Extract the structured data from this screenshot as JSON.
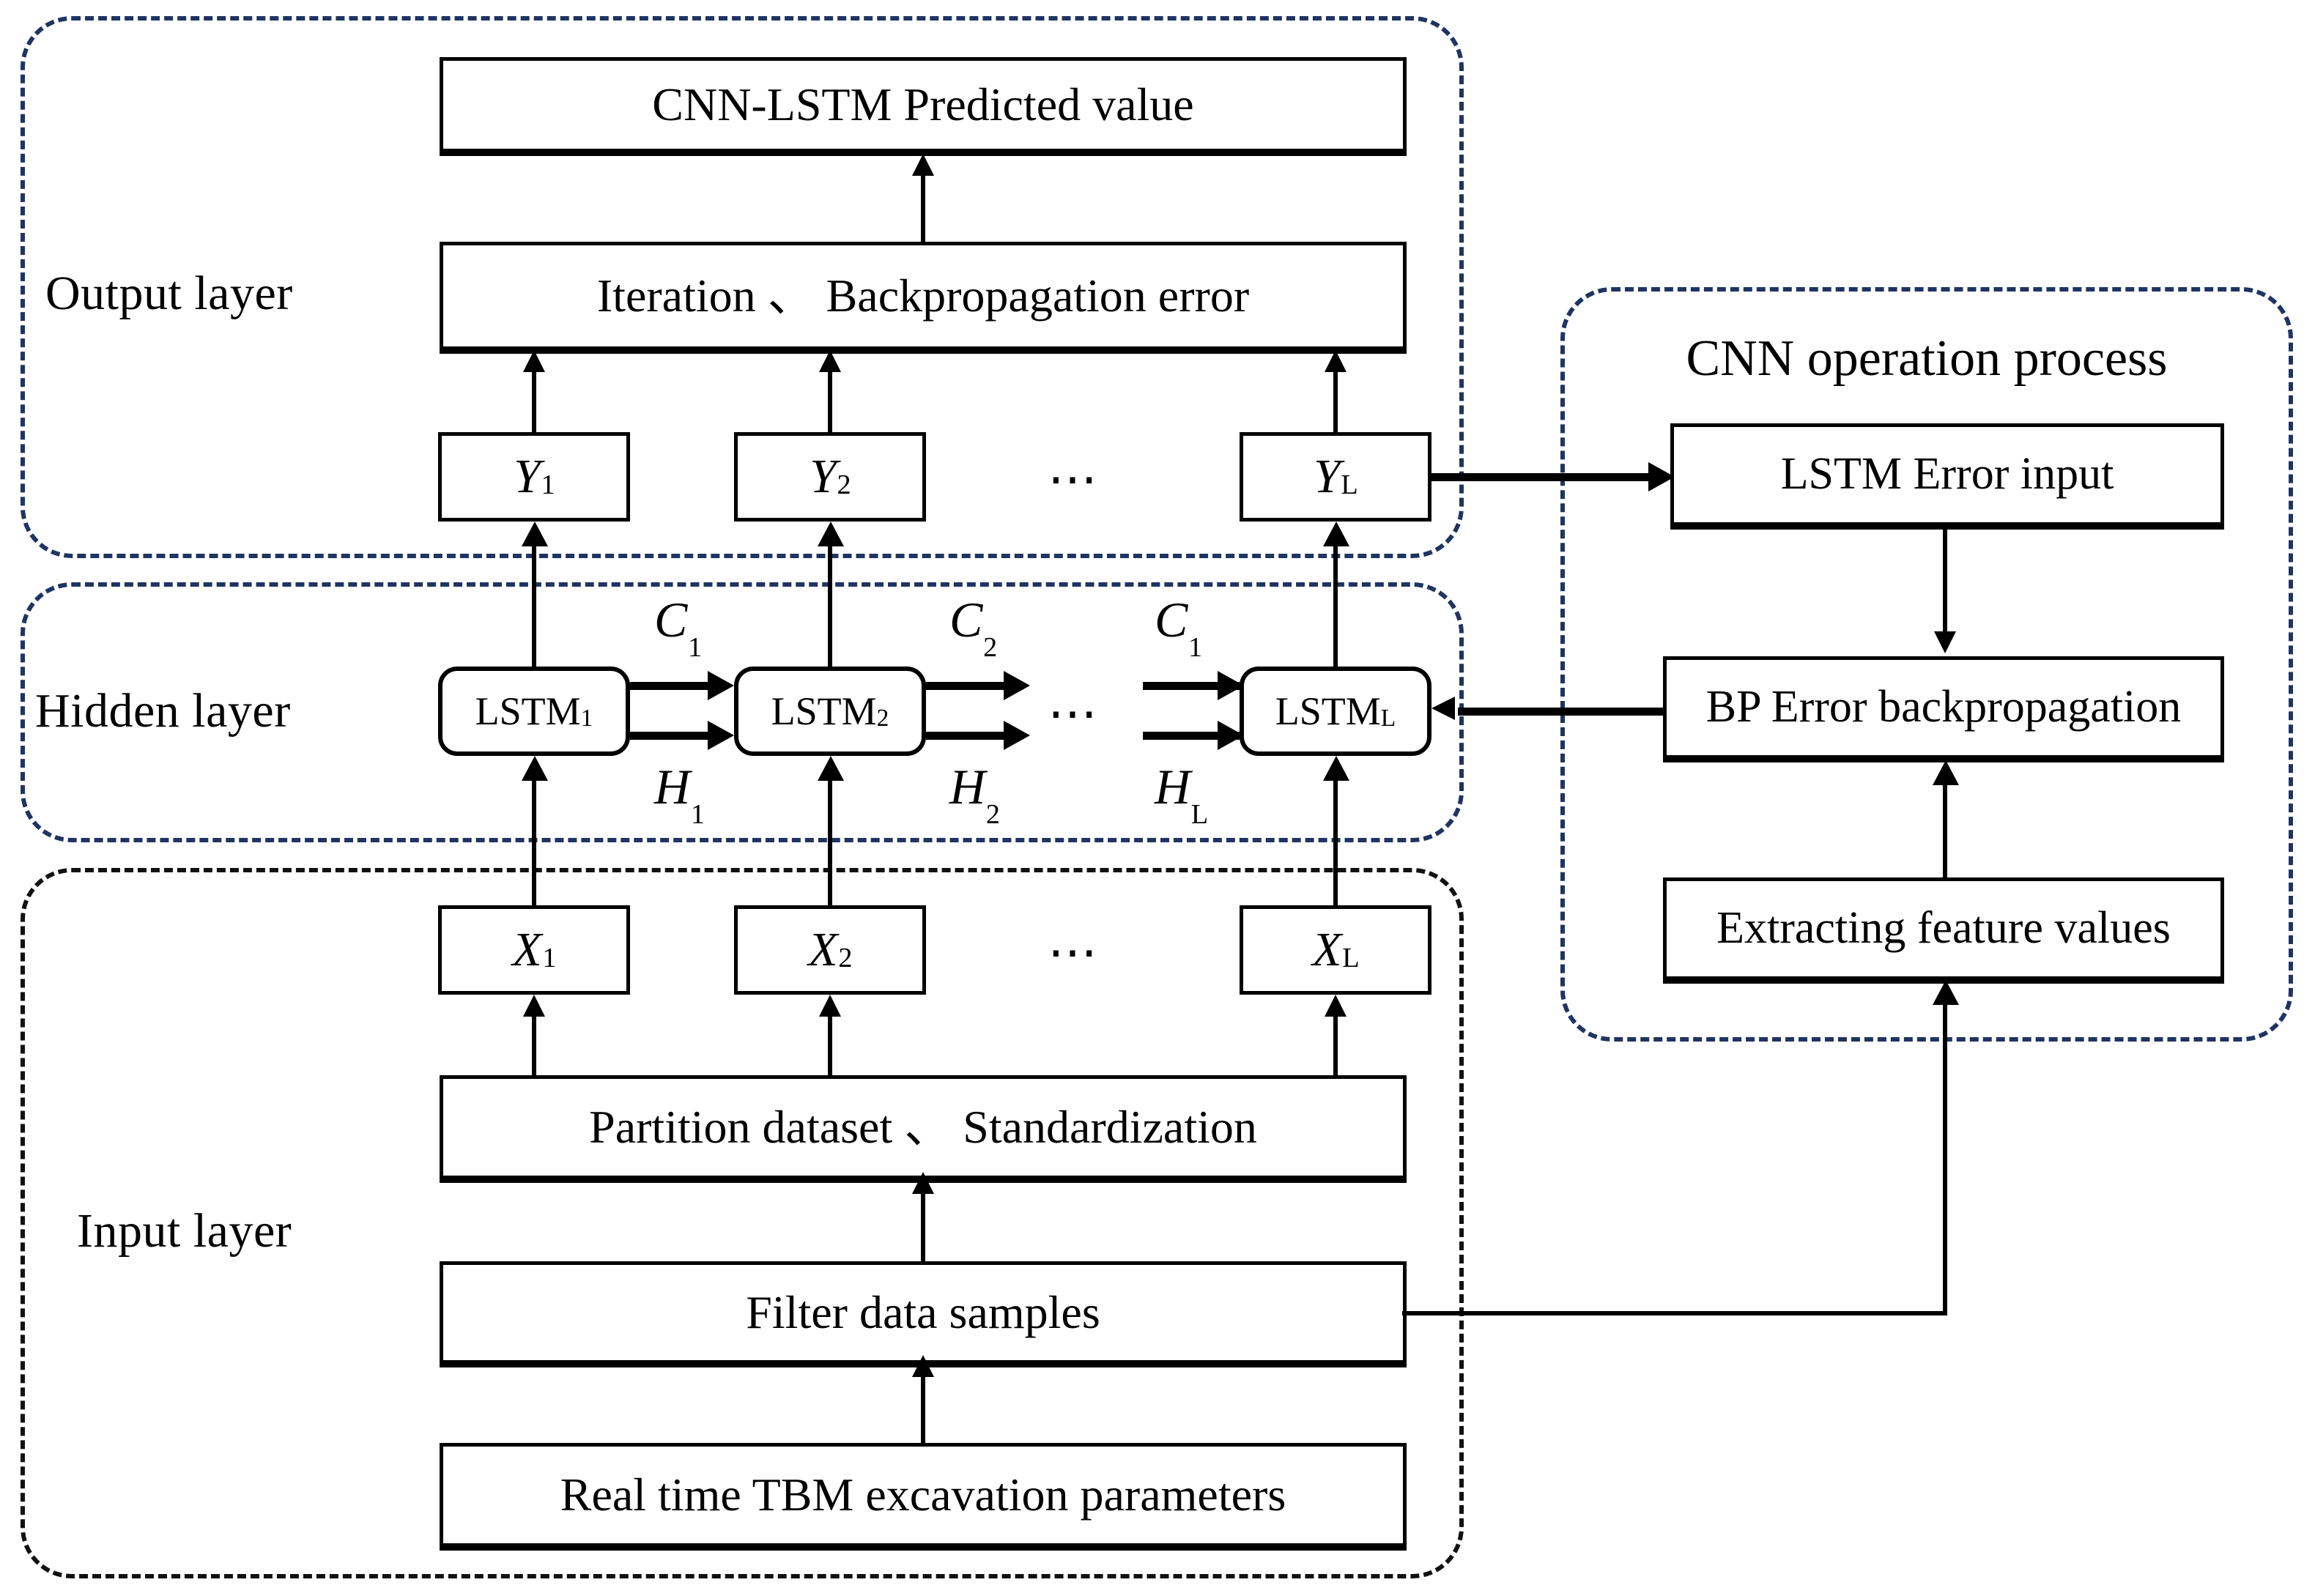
{
  "regions": {
    "output": {
      "label": "Output layer",
      "border_color": "#1f3461"
    },
    "hidden": {
      "label": "Hidden layer",
      "border_color": "#1f3461"
    },
    "input": {
      "label": "Input layer",
      "border_color": "#111111"
    },
    "cnn": {
      "title": "CNN operation process",
      "border_color": "#1f3461"
    }
  },
  "output_layer": {
    "predicted_box": "CNN-LSTM  Predicted value",
    "iteration_box": "Iteration 、  Backpropagation error",
    "y_cells": [
      "Y",
      "Y",
      "Y"
    ],
    "y_subs": [
      "1",
      "2",
      "L"
    ],
    "ellipsis": "⋯"
  },
  "hidden_layer": {
    "cells": [
      "LSTM",
      "LSTM",
      "LSTM"
    ],
    "cell_subs": [
      "1",
      "2",
      "L"
    ],
    "c_labels": [
      "C",
      "C",
      "C"
    ],
    "c_subs": [
      "1",
      "2",
      "1"
    ],
    "h_labels": [
      "H",
      "H",
      "H"
    ],
    "h_subs": [
      "1",
      "2",
      "L"
    ],
    "ellipsis": "⋯"
  },
  "input_layer": {
    "x_cells": [
      "X",
      "X",
      "X"
    ],
    "x_subs": [
      "1",
      "2",
      "L"
    ],
    "ellipsis": "⋯",
    "partition_box": "Partition dataset 、  Standardization",
    "filter_box": "Filter data samples",
    "source_box": "Real time TBM excavation parameters"
  },
  "cnn_panel": {
    "boxes": [
      "LSTM Error input",
      "BP Error backpropagation",
      "Extracting feature values"
    ]
  }
}
